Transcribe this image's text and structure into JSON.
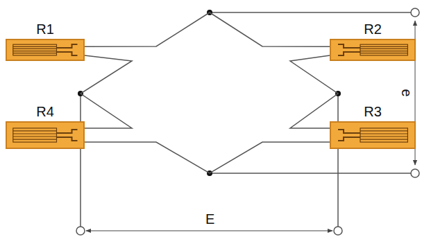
{
  "diagram": {
    "nodes": [
      {
        "text": [
          "R1"
        ]
      },
      {
        "text": [
          "R2"
        ]
      },
      {
        "text": [
          "R4"
        ]
      },
      {
        "text": [
          "R3"
        ]
      }
    ],
    "edges": [
      {
        "from": 0,
        "to": 1,
        "arrow": "none"
      },
      {
        "from": 0,
        "to": 2,
        "arrow": "none"
      },
      {
        "from": 1,
        "to": 3,
        "arrow": "none"
      },
      {
        "from": 2,
        "to": 3,
        "arrow": "none"
      }
    ],
    "labels": [
      "e",
      "E"
    ]
  }
}
